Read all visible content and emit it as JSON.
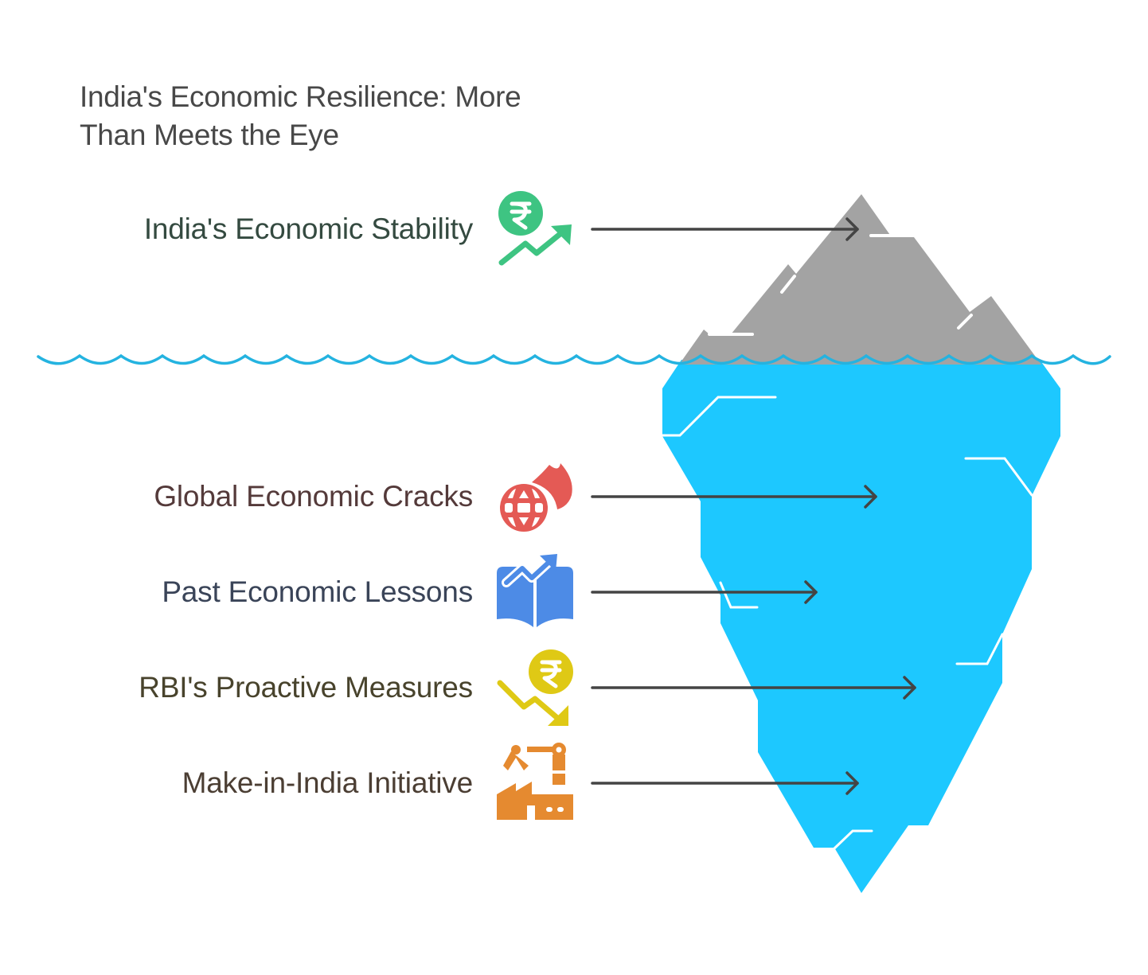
{
  "title": "India's Economic Resilience: More Than Meets the Eye",
  "title_lines": [
    "India's Economic Resilience: More",
    "Than Meets the Eye"
  ],
  "colors": {
    "title": "#484848",
    "iceberg_above": "#a3a3a3",
    "iceberg_below": "#1dc8ff",
    "water_line": "#24b3e0",
    "arrow": "#444444",
    "crack": "#ffffff"
  },
  "above_water": [
    {
      "label": "India's Economic Stability",
      "icon": "rupee-trend-up-icon",
      "icon_color": "#3ec482",
      "text_color": "#344a40"
    }
  ],
  "below_water": [
    {
      "label": "Global Economic Cracks",
      "icon": "globe-fire-icon",
      "icon_color": "#e45a55",
      "text_color": "#543a3a"
    },
    {
      "label": "Past Economic Lessons",
      "icon": "book-growth-icon",
      "icon_color": "#4d8be6",
      "text_color": "#3a4458"
    },
    {
      "label": "RBI's Proactive Measures",
      "icon": "rupee-trend-down-icon",
      "icon_color": "#dfc915",
      "text_color": "#48432c"
    },
    {
      "label": "Make-in-India Initiative",
      "icon": "factory-robot-arm-icon",
      "icon_color": "#e58a30",
      "text_color": "#4b3e33"
    }
  ]
}
